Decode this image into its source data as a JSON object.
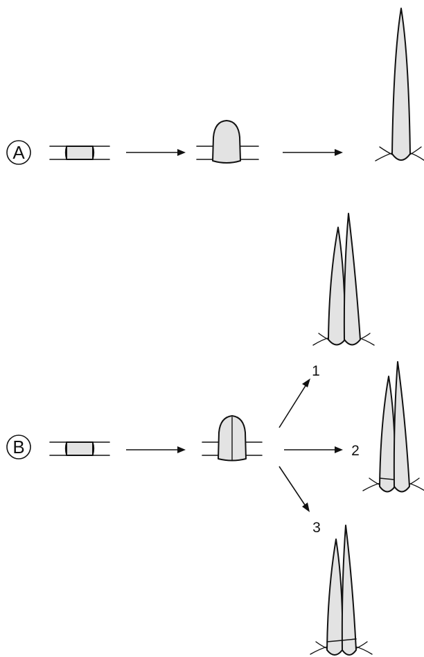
{
  "panels": {
    "a": {
      "label": "A"
    },
    "b": {
      "label": "B",
      "branches": [
        {
          "label": "1"
        },
        {
          "label": "2"
        },
        {
          "label": "3"
        }
      ]
    }
  },
  "colors": {
    "cell_fill": "#e3e3e3",
    "stroke": "#111111"
  }
}
